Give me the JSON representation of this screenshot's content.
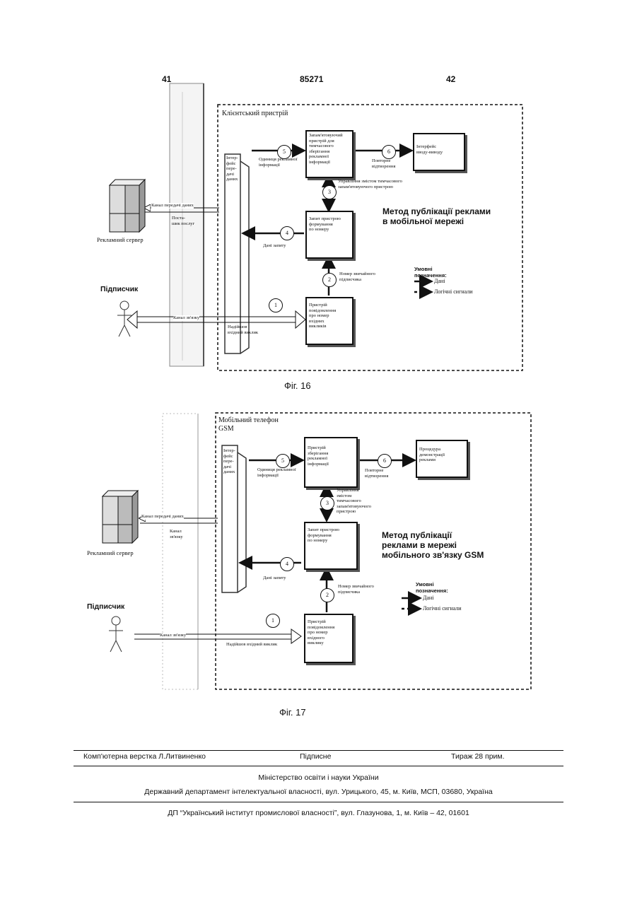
{
  "header": {
    "left": "41",
    "center": "85271",
    "right": "42"
  },
  "fig16": {
    "region_title": "Клієнтський пристрій",
    "interface": "Інтер-\nфейс\nпере-\nдачі\nданих",
    "server": "Рекламний сервер",
    "subscriber": "Підписчик",
    "channel_data": "Канал передачі даних",
    "provider": "Поста-\nшик послуг",
    "channel_comm": "Канал зв'язку",
    "incoming_call_signal": "Надійшов\nвхідний виклик",
    "box_storage": "Запам'ятовуючий\nпристрій для\nтимчасового\nзберігання\nрекламної\nінформації",
    "box_io": "Інтерфейс\nвводу-виводу",
    "box_request": "Запит пристрою\nформування\nпо номеру",
    "box_notify": "Пристрій\nповідомлення\nпро номер\nвхідних\nвикликів",
    "label_5": "Одиниця рекламної\nінформації",
    "label_6": "Повторне\nвідтворення",
    "label_3": "Управління змістом тимчасового\nзапам'ятовуючого пристрою",
    "label_4": "Дані запиту",
    "label_2": "Номер звичайного\nпідписчика",
    "circles": [
      "1",
      "2",
      "3",
      "4",
      "5",
      "6"
    ],
    "method_title": "Метод публікації реклами\nв мобільної мережі",
    "legend_title": "Умовні\nпозначення:",
    "legend_data": "Дані",
    "legend_logic": "Логічні сигнали",
    "caption": "Фіг. 16"
  },
  "fig17": {
    "region_title": "Мобільний телефон\nGSM",
    "interface": "Інтер-\nфейс\nпере-\nдачі\nданих",
    "server": "Рекламний сервер",
    "subscriber": "Підписчик",
    "channel_data": "Канал передачі даних",
    "channel_conn": "Канал\nзв'язку",
    "channel_comm": "Канал зв'язку",
    "incoming_call_signal": "Надійшов вхідний виклик",
    "box_storage": "Пристрій\nзберігання\nрекламної\nінформації",
    "box_io": "Процедура\nдемонстрації\nреклами",
    "box_request": "Запит пристрою\nформування\nпо номеру",
    "box_notify": "Пристрій\nповідомлення\nпро номер\nвхідного\nвиклику",
    "label_5": "Одиниця рекламної\nінформації",
    "label_6": "Повторне\nвідтворення",
    "label_3": "Управління\nзмістом\nтимчасового\nзапам'ятовуючого\nпристрою",
    "label_4": "Дані запиту",
    "label_2": "Номер звичайного\nпідписчика",
    "circles": [
      "1",
      "2",
      "3",
      "4",
      "5",
      "6"
    ],
    "method_title": "Метод публікації\nреклами в мережі\nмобільного зв'язку GSM",
    "legend_title": "Умовні\nпозначення:",
    "legend_data": "Дані",
    "legend_logic": "Логічні сигнали",
    "caption": "Фіг. 17"
  },
  "footer": {
    "layout": "Комп'ютерна верстка Л.Литвиненко",
    "signed": "Підписне",
    "circulation": "Тираж 28 прим.",
    "ministry": "Міністерство освіти і науки України",
    "department": "Державний департамент інтелектуальної власності, вул. Урицького, 45, м. Київ, МСП, 03680, Україна",
    "institute": "ДП “Український інститут промислової власності”, вул. Глазунова, 1, м. Київ – 42, 01601"
  }
}
